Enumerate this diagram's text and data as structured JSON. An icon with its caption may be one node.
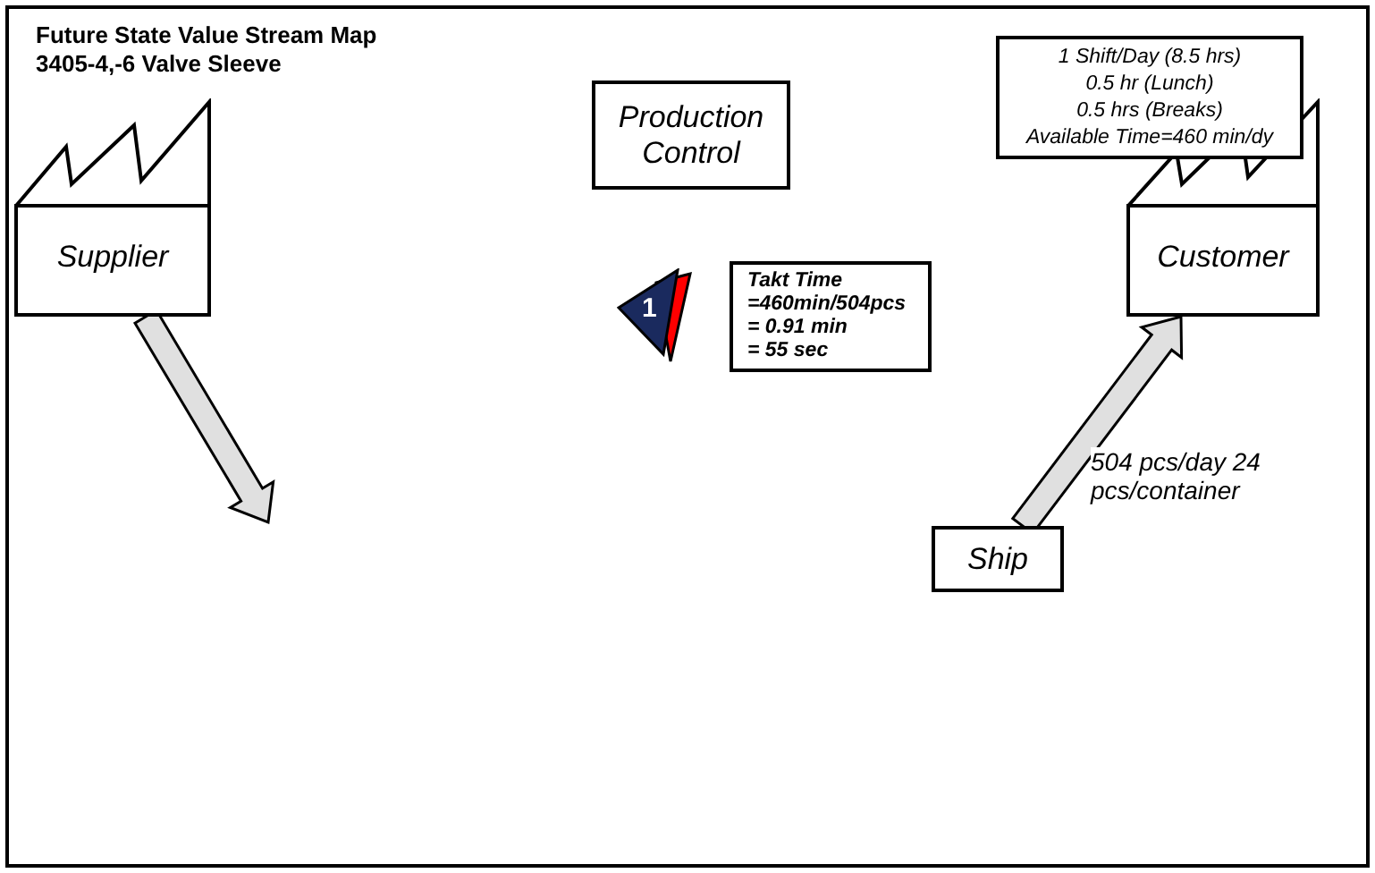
{
  "diagram": {
    "title": "Future State Value Stream Map",
    "nodes": [
      {
        "text": [
          "Supplier"
        ]
      },
      {
        "text": [
          "Production Control"
        ]
      },
      {
        "text": [
          "Customer"
        ]
      },
      {
        "text": [
          "1 Shift/Day (8.5 hrs)",
          "0.5 hr (Lunch)",
          "0.5 hrs (Breaks)",
          "Available Time=460 min/dy"
        ]
      },
      {
        "text": [
          "1"
        ]
      },
      {
        "text": [
          "Takt Time",
          "=460min/504pcs",
          "= 0.91 min",
          "= 55 sec"
        ]
      },
      {
        "text": [
          "Ship"
        ]
      }
    ],
    "edges": [
      {
        "from": 0,
        "to": null,
        "arrow": "to",
        "style": "thick"
      },
      {
        "from": 6,
        "to": 2,
        "arrow": "to",
        "style": "thick",
        "label": "504 pcs/day 24 pcs/container"
      }
    ],
    "labels": [
      "3405-4,-6 Valve Sleeve"
    ]
  }
}
